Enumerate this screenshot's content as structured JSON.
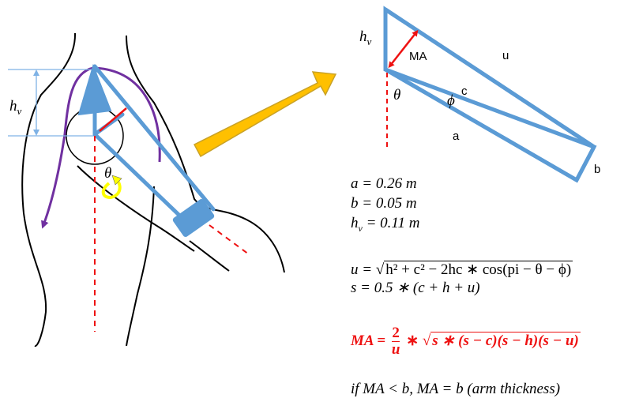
{
  "diagram": {
    "left": {
      "hv_label": "h",
      "hv_sub": "v",
      "theta_label": "θ"
    },
    "right": {
      "hv_label": "h",
      "hv_sub": "v",
      "ma_label": "MA",
      "u_label": "u",
      "c_label": "c",
      "phi_label": "ϕ",
      "theta_label": "θ",
      "a_label": "a",
      "b_label": "b"
    }
  },
  "equations": {
    "a_value": "a  =  0.26 m",
    "b_value": "b  =  0.05 m",
    "hv_value_prefix": "h",
    "hv_value_sub": "v",
    "hv_value_suffix": "=  0.11 m",
    "u_prefix": "u  =",
    "u_radicand": "h² + c² − 2hc ∗ cos(pi − θ − ϕ)",
    "s_eq": "s = 0.5 ∗ (c + h + u)",
    "ma_lhs": "MA =",
    "ma_num": "2",
    "ma_den": "u",
    "ma_star": "∗",
    "ma_radicand": "s ∗ (s − c)(s − h)(s − u)",
    "cond": "if  MA < b, MA = b  (arm thickness)"
  },
  "colors": {
    "arm_blue": "#5b9bd5",
    "accent_red": "#ee1111",
    "arrow_gold": "#ffc000",
    "arrow_stroke": "#c9a227",
    "purple": "#7030a0",
    "swirl_yellow": "#ffff00",
    "guide_blue": "#7fb2e5"
  }
}
